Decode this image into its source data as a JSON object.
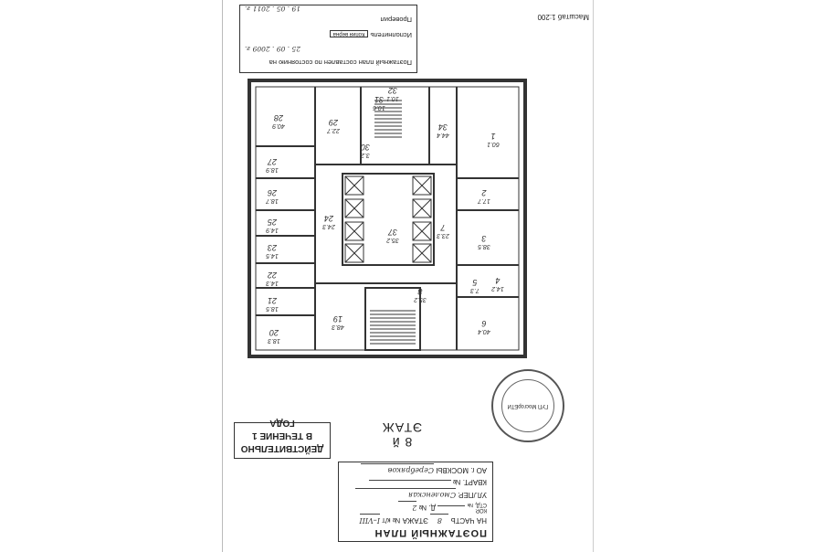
{
  "title_block": {
    "title": "ПОЭТАЖНЫЙ ПЛАН",
    "part_label": "НА ЧАСТЬ",
    "floor_label": "ЭТАЖА",
    "floor_value": "8",
    "room_label": "№ к/т",
    "room_value": "I–VIII",
    "std_label": "СТД. №",
    "kor_label": "КОР.",
    "house_label": "Д. №",
    "house_value": "2",
    "street_label": "УЛ./ПЕР.",
    "street_value": "Смоленская",
    "kvart_label": "КВАРТ. №",
    "ao_label": "АО г. МОСКВЫ",
    "ao_value": "Серебряков"
  },
  "floor_heading": "8 й ЭТАЖ",
  "validity": "ДЕЙСТВИТЕЛЬНО В ТЕЧЕНИЕ 1 ГОДА",
  "scale": "Масштаб 1:200",
  "status_block": {
    "caption": "Поэтажный план составлен по состоянию на",
    "date1": "25 . 09 . 2009 г.",
    "executor_label": "Исполнитель",
    "checker_label": "Проверил",
    "date2": "19 . 05 . 2011 г.",
    "stamp_text": "Копия верна"
  },
  "stamp": "ГУП МосгорБТИ",
  "rooms": [
    {
      "n": "1",
      "a": "60.1"
    },
    {
      "n": "2",
      "a": "17.7"
    },
    {
      "n": "3",
      "a": "38.5"
    },
    {
      "n": "4",
      "a": "14.2"
    },
    {
      "n": "5",
      "a": "7.3"
    },
    {
      "n": "6",
      "a": "40.4"
    },
    {
      "n": "7",
      "a": "23.3"
    },
    {
      "n": "8",
      "a": "35.2"
    },
    {
      "n": "19",
      "a": "48.3"
    },
    {
      "n": "20",
      "a": "18.3"
    },
    {
      "n": "21",
      "a": "18.5"
    },
    {
      "n": "22",
      "a": "14.3"
    },
    {
      "n": "23",
      "a": "14.5"
    },
    {
      "n": "24",
      "a": "24.3"
    },
    {
      "n": "25",
      "a": "14.9"
    },
    {
      "n": "26",
      "a": "18.7"
    },
    {
      "n": "27",
      "a": "18.9"
    },
    {
      "n": "28",
      "a": "40.9"
    },
    {
      "n": "29",
      "a": "22.7"
    },
    {
      "n": "30",
      "a": "3.2"
    },
    {
      "n": "31",
      "a": "10.6"
    },
    {
      "n": "32",
      "a": "10.1"
    },
    {
      "n": "34",
      "a": "44.4"
    },
    {
      "n": "37",
      "a": "35.2"
    }
  ]
}
